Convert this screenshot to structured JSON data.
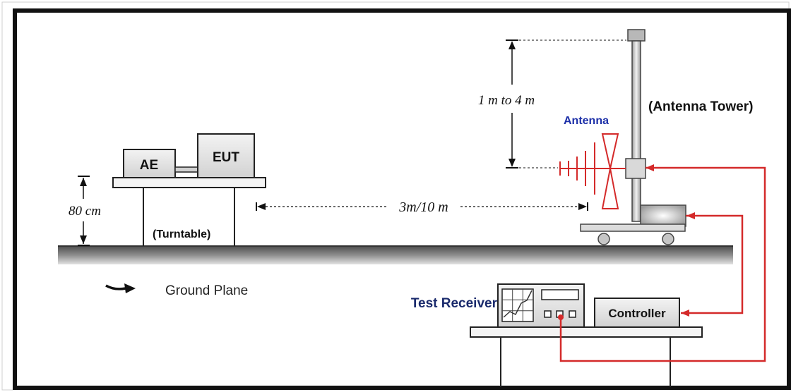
{
  "labels": {
    "ae": "AE",
    "eut": "EUT",
    "turntable": "(Turntable)",
    "height_80": "80 cm",
    "distance": "3m/10 m",
    "height_range": "1 m to 4 m",
    "antenna": "Antenna",
    "antenna_tower": "(Antenna Tower)",
    "ground_plane": "Ground Plane",
    "test_receiver": "Test Receiver",
    "controller": "Controller"
  },
  "colors": {
    "cable": "#d42a2a",
    "antenna_label": "#1c2fa8",
    "receiver_label": "#1a2a6c",
    "ground_dark": "#555555",
    "ground_light": "#d8d8d8",
    "box_fill": "#e6e6e6",
    "frame": "#111111"
  }
}
